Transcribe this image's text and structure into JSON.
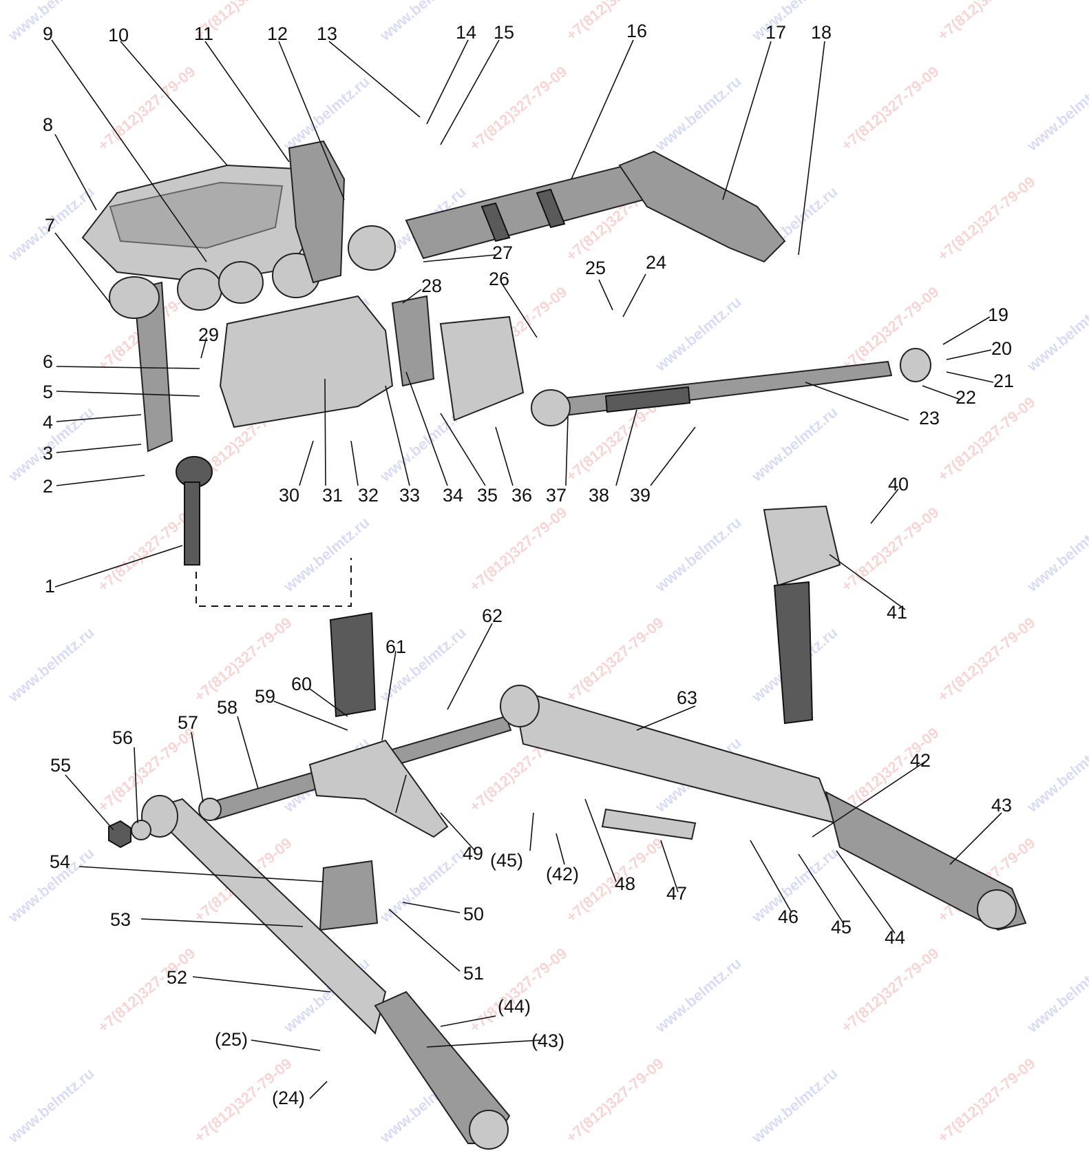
{
  "diagram": {
    "part_labels": [
      "1",
      "2",
      "3",
      "4",
      "5",
      "6",
      "7",
      "8",
      "9",
      "10",
      "11",
      "12",
      "13",
      "14",
      "15",
      "16",
      "17",
      "18",
      "19",
      "20",
      "21",
      "22",
      "23",
      "24",
      "25",
      "26",
      "27",
      "28",
      "29",
      "30",
      "31",
      "32",
      "33",
      "34",
      "35",
      "36",
      "37",
      "38",
      "39",
      "40",
      "41",
      "42",
      "43",
      "44",
      "45",
      "46",
      "47",
      "48",
      "49",
      "50",
      "51",
      "52",
      "53",
      "54",
      "55",
      "56",
      "57",
      "58",
      "59",
      "60",
      "61",
      "62",
      "63"
    ],
    "reference_labels": [
      "(45)",
      "(42)",
      "(44)",
      "(43)",
      "(25)",
      "(24)"
    ]
  },
  "watermarks": {
    "site": "www.belmtz.ru",
    "phone": "+7(812)327-79-09"
  },
  "colors": {
    "line": "#111111",
    "watermark_site": "#2b3fd6",
    "watermark_phone": "#e0302a"
  }
}
